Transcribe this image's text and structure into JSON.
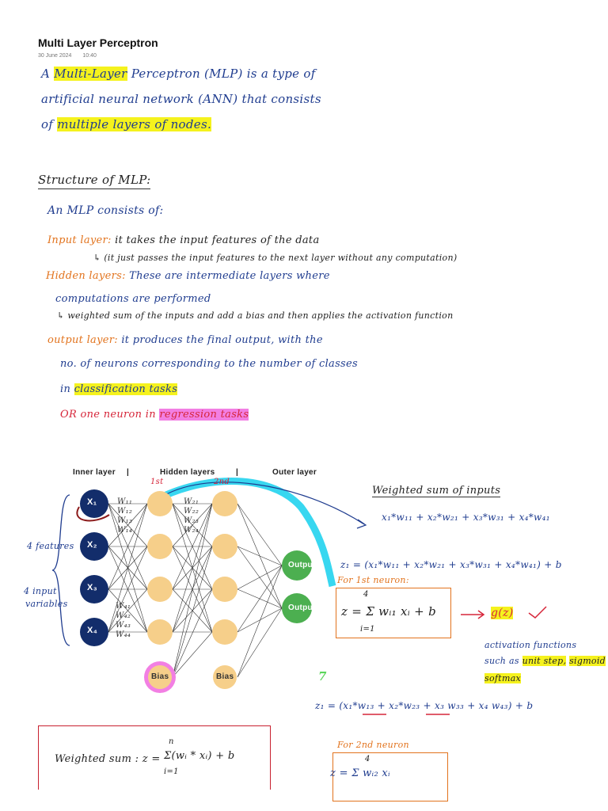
{
  "page": {
    "title": "Multi Layer Perceptron",
    "date": "30 June 2024",
    "time": "10:40"
  },
  "intro": {
    "line1_pre": "A ",
    "line1_hl": "Multi-Layer",
    "line1_post": " Perceptron (MLP) is a type of",
    "line2": "artificial neural network (ANN) that consists",
    "line3_pre": "of ",
    "line3_hl": "multiple layers of nodes."
  },
  "structure": {
    "heading": "Structure of MLP:",
    "consists": "An MLP consists of:",
    "input_label": "Input layer:",
    "input_text": " it takes the input features of the data",
    "input_note": "↳ (it just passes the input features to the next layer without any computation)",
    "hidden_label": "Hidden layers:",
    "hidden_text": " These are intermediate layers where",
    "hidden_text2": "computations are performed",
    "hidden_note": "↳ weighted sum of the inputs and add a bias and then applies the activation function",
    "output_label": "output layer:",
    "output_text": " it produces the final output, with the",
    "output_text2": "no. of neurons corresponding to the number of classes",
    "output_text3_pre": "in ",
    "output_text3_hl": "classification tasks",
    "output_text4_pre": "OR one neuron in ",
    "output_text4_hl": "regression tasks"
  },
  "diagram": {
    "header_inner": "Inner layer",
    "header_sep": "|",
    "header_hidden": "Hidden layers",
    "header_outer": "Outer layer",
    "inputs": [
      "X₁",
      "X₂",
      "X₃",
      "X₄"
    ],
    "weights_top": [
      "W₁₁",
      "W₁₂",
      "W₁₃",
      "W₁₄"
    ],
    "weights_bottom": [
      "W₄₁",
      "W₄₂",
      "W₄₃",
      "W₄₄"
    ],
    "weights_mid": [
      "W₂₁",
      "W₂₂",
      "W₂₃",
      "W₂₄"
    ],
    "output_labels": [
      "Output",
      "Output"
    ],
    "bias_labels": [
      "Bias",
      "Bias"
    ],
    "note_1st": "1st",
    "note_2nd": "2nd",
    "features_note": "4 features",
    "input_vars_note1": "4 input",
    "input_vars_note2": "variables",
    "colors": {
      "input_node": "#132d6b",
      "hidden_node": "#f6cf8a",
      "output_node": "#4caf50",
      "bias_highlight": "#f27fe3",
      "path_highlight": "#22d3ee"
    }
  },
  "math": {
    "weighted_heading": "Weighted sum of inputs",
    "eq1": "x₁*w₁₁ + x₂*w₂₁ + x₃*w₃₁ + x₄*w₄₁",
    "eq2": "z₁ = (x₁*w₁₁ + x₂*w₂₁ + x₃*w₃₁ + x₄*w₄₁) + b",
    "for_1st": "For 1st neuron:",
    "sum_eq": "z = Σ wᵢ₁ xᵢ + b",
    "sum_top": "4",
    "sum_bottom": "i=1",
    "gz": "g(z)",
    "activation_line1": "activation functions",
    "activation_line2_pre": "such as ",
    "activation_hl1": "unit step,",
    "activation_hl2": "sigmoid",
    "activation_hl3": "softmax",
    "seven": "7",
    "eq3": "z₁ = (x₁*w₁₃ + x₂*w₂₃ + x₃ w₃₃ + x₄ w₄₃) + b",
    "weighted_box_label": "Weighted sum : z =",
    "weighted_box_expr": "Σ(wᵢ * xᵢ) + b",
    "weighted_box_top": "n",
    "weighted_box_bottom": "i=1",
    "for_2nd": "For 2nd neuron",
    "second_eq": "z = Σ wᵢ₂ xᵢ",
    "second_top": "4"
  }
}
